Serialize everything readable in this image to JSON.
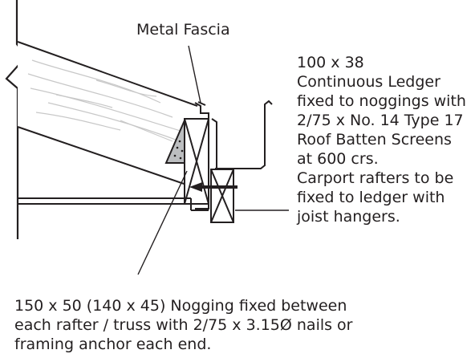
{
  "labels": {
    "fascia": "Metal Fascia",
    "ledger": [
      "100 x 38",
      "Continuous Ledger",
      "fixed to noggings with",
      "2/75 x No. 14 Type 17",
      "Roof Batten Screens",
      "at 600 crs.",
      "Carport rafters to be",
      "fixed to ledger with",
      "joist hangers."
    ],
    "nogging": [
      "150 x 50 (140 x 45) Nogging fixed between",
      "each rafter / truss with 2/75 x 3.15Ø nails or",
      "framing anchor each end."
    ]
  },
  "colors": {
    "line": "#231f20",
    "wood_grain": "#c8c8c8",
    "triangle_fill": "#bcbec0"
  }
}
